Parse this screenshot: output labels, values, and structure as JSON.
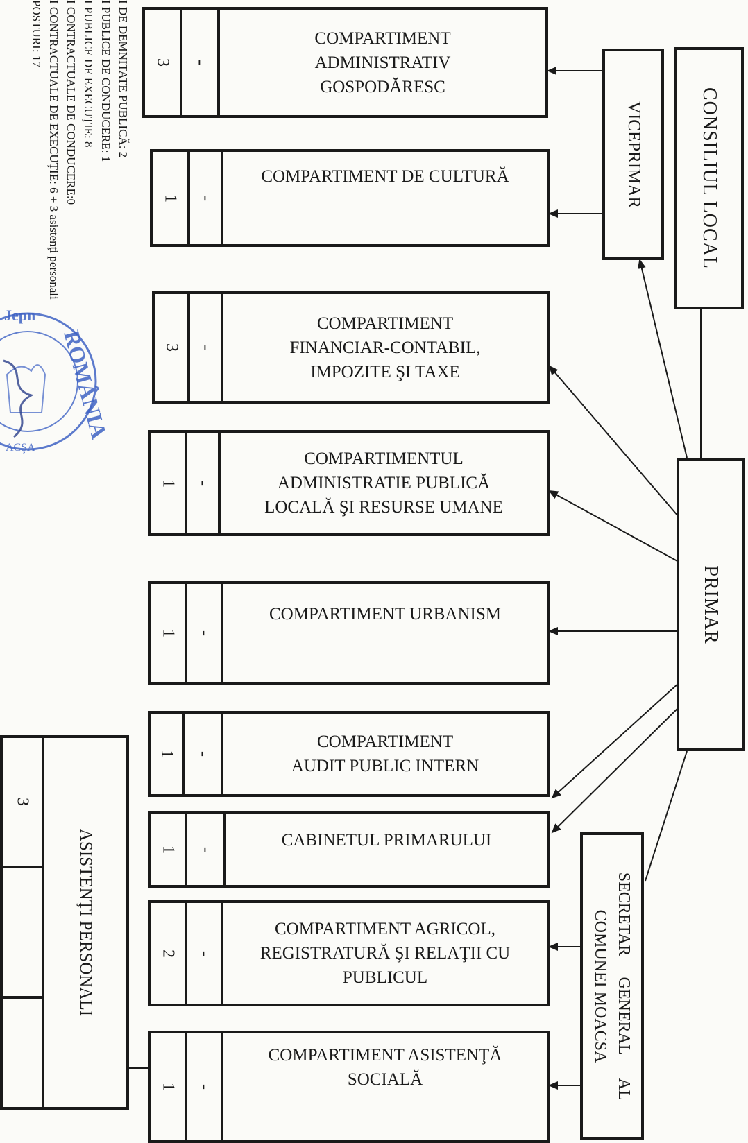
{
  "leadership": {
    "council": "CONSILIUL LOCAL",
    "mayor": "PRIMAR",
    "deputy_mayor": "VICEPRIMAR",
    "secretary": "SECRETAR     GENERAL      AL\nCOMUNEI MOACSA"
  },
  "departments": [
    {
      "name": "COMPARTIMENT\nADMINISTRATIV\nGOSPODĂRESC",
      "management": "-",
      "execution": "3"
    },
    {
      "name": "COMPARTIMENT DE CULTURĂ",
      "management": "-",
      "execution": "1"
    },
    {
      "name": "COMPARTIMENT\nFINANCIAR-CONTABIL,\nIMPOZITE ŞI TAXE",
      "management": "-",
      "execution": "3"
    },
    {
      "name": "COMPARTIMENTUL\nADMINISTRATIE PUBLICĂ\nLOCALĂ ŞI RESURSE UMANE",
      "management": "-",
      "execution": "1"
    },
    {
      "name": "COMPARTIMENT URBANISM",
      "management": "-",
      "execution": "1"
    },
    {
      "name": "COMPARTIMENT\nAUDIT PUBLIC INTERN",
      "management": "-",
      "execution": "1"
    },
    {
      "name": "CABINETUL PRIMARULUI",
      "management": "-",
      "execution": "1"
    },
    {
      "name": "COMPARTIMENT AGRICOL,\nREGISTRATURĂ ŞI RELAŢII CU\nPUBLICUL",
      "management": "-",
      "execution": "2"
    },
    {
      "name": "COMPARTIMENT ASISTENŢĂ\nSOCIALĂ",
      "management": "-",
      "execution": "1"
    }
  ],
  "personal_assistants": {
    "label": "ASISTENŢI PERSONALI",
    "count": "3"
  },
  "legend": [
    "I DE DEMNITATE PUBLICĂ: 2",
    "I PUBLICE DE CONDUCERE: 1",
    "I PUBLICE DE EXECUŢIE: 8",
    "I CONTRACTUALE DE CONDUCERE:0",
    "I CONTRACTUALE DE EXECUŢIE: 6 + 3 asistenţi personali",
    "POSTURI: 17"
  ],
  "stamp": {
    "text": "ROMÂNIA",
    "partial_text": "Jepn",
    "locality_fragment": "ACŞA",
    "signature": "Dinar"
  },
  "colors": {
    "ink": "#1a1a1a",
    "paper": "#fbfbf8",
    "stamp": "#3f63c4"
  }
}
